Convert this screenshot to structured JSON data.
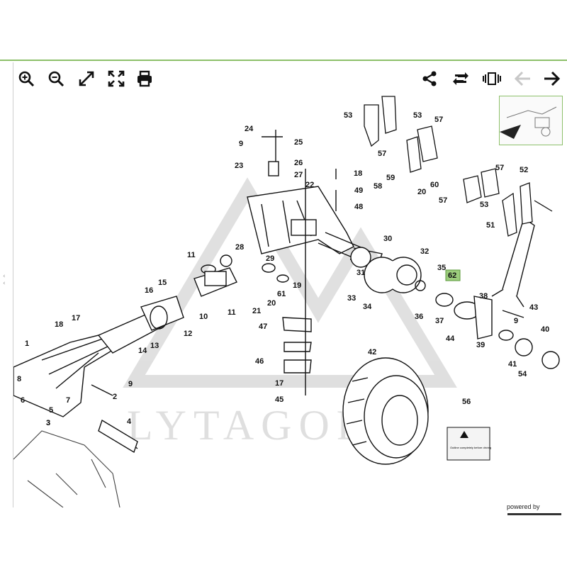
{
  "toolbar": {
    "buttons": [
      {
        "name": "zoom-in-button",
        "icon": "zoom-in-icon"
      },
      {
        "name": "zoom-out-button",
        "icon": "zoom-out-icon"
      },
      {
        "name": "fit-button",
        "icon": "expand-icon"
      },
      {
        "name": "fullscreen-button",
        "icon": "fullscreen-icon"
      },
      {
        "name": "print-button",
        "icon": "printer-icon"
      },
      {
        "name": "share-button",
        "icon": "share-icon"
      },
      {
        "name": "rotate-button",
        "icon": "refresh-icon"
      },
      {
        "name": "view-mode-button",
        "icon": "carousel-icon"
      },
      {
        "name": "prev-button",
        "icon": "arrow-left-icon"
      },
      {
        "name": "next-button",
        "icon": "arrow-right-icon"
      }
    ]
  },
  "diagram": {
    "watermark": "LYTAGORA",
    "labels": [
      "1",
      "2",
      "3",
      "4",
      "5",
      "6",
      "7",
      "8",
      "9",
      "10",
      "11",
      "12",
      "13",
      "14",
      "15",
      "16",
      "17",
      "18",
      "19",
      "20",
      "21",
      "22",
      "23",
      "24",
      "25",
      "26",
      "27",
      "28",
      "29",
      "30",
      "31",
      "32",
      "33",
      "34",
      "35",
      "36",
      "37",
      "38",
      "39",
      "40",
      "41",
      "42",
      "43",
      "44",
      "45",
      "46",
      "47",
      "48",
      "49",
      "51",
      "52",
      "53",
      "54",
      "56",
      "57",
      "58",
      "59",
      "60",
      "61",
      "62"
    ],
    "highlighted_label": "62",
    "warning_label_text": "Outline completely before driving"
  },
  "footer": {
    "powered_by": "powered by"
  },
  "colors": {
    "accent": "#8dc06a",
    "highlight": "#9ccc7c"
  }
}
